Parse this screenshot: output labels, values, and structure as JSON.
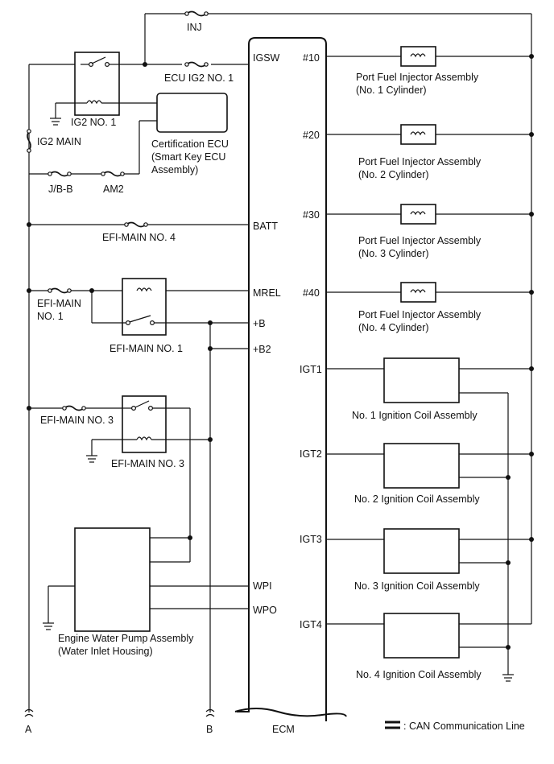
{
  "ecm": {
    "name": "ECM",
    "pins": {
      "igsw": "IGSW",
      "batt": "BATT",
      "mrel": "MREL",
      "b": "+B",
      "b2": "+B2",
      "wpi": "WPI",
      "wpo": "WPO",
      "no10": "#10",
      "no20": "#20",
      "no30": "#30",
      "no40": "#40",
      "igt1": "IGT1",
      "igt2": "IGT2",
      "igt3": "IGT3",
      "igt4": "IGT4"
    }
  },
  "fuses": {
    "inj": "INJ",
    "ecu_ig2": "ECU IG2 NO. 1",
    "ig2_main": "IG2 MAIN",
    "jb_b": "J/B-B",
    "am2": "AM2",
    "efi_main4": "EFI-MAIN NO. 4",
    "efi_main1_l1": "EFI-MAIN",
    "efi_main1_l2": "NO. 1",
    "efi_main3": "EFI-MAIN NO. 3"
  },
  "relays": {
    "ig2_no1": "IG2 NO. 1",
    "efi_main1": "EFI-MAIN NO. 1",
    "efi_main3": "EFI-MAIN NO. 3"
  },
  "certification_ecu": {
    "line1": "Certification ECU",
    "line2": "(Smart Key ECU",
    "line3": "Assembly)"
  },
  "water_pump": {
    "line1": "Engine Water Pump Assembly",
    "line2": "(Water Inlet Housing)"
  },
  "injectors": [
    {
      "line1": "Port Fuel Injector Assembly",
      "line2": "(No. 1 Cylinder)"
    },
    {
      "line1": "Port Fuel Injector Assembly",
      "line2": "(No. 2 Cylinder)"
    },
    {
      "line1": "Port Fuel Injector Assembly",
      "line2": "(No. 3 Cylinder)"
    },
    {
      "line1": "Port Fuel Injector Assembly",
      "line2": "(No. 4 Cylinder)"
    }
  ],
  "ignition_coils": [
    "No. 1 Ignition Coil Assembly",
    "No. 2 Ignition Coil Assembly",
    "No. 3 Ignition Coil Assembly",
    "No. 4 Ignition Coil Assembly"
  ],
  "connectors": {
    "a": "A",
    "b": "B"
  },
  "legend": {
    "can": ": CAN Communication Line"
  }
}
